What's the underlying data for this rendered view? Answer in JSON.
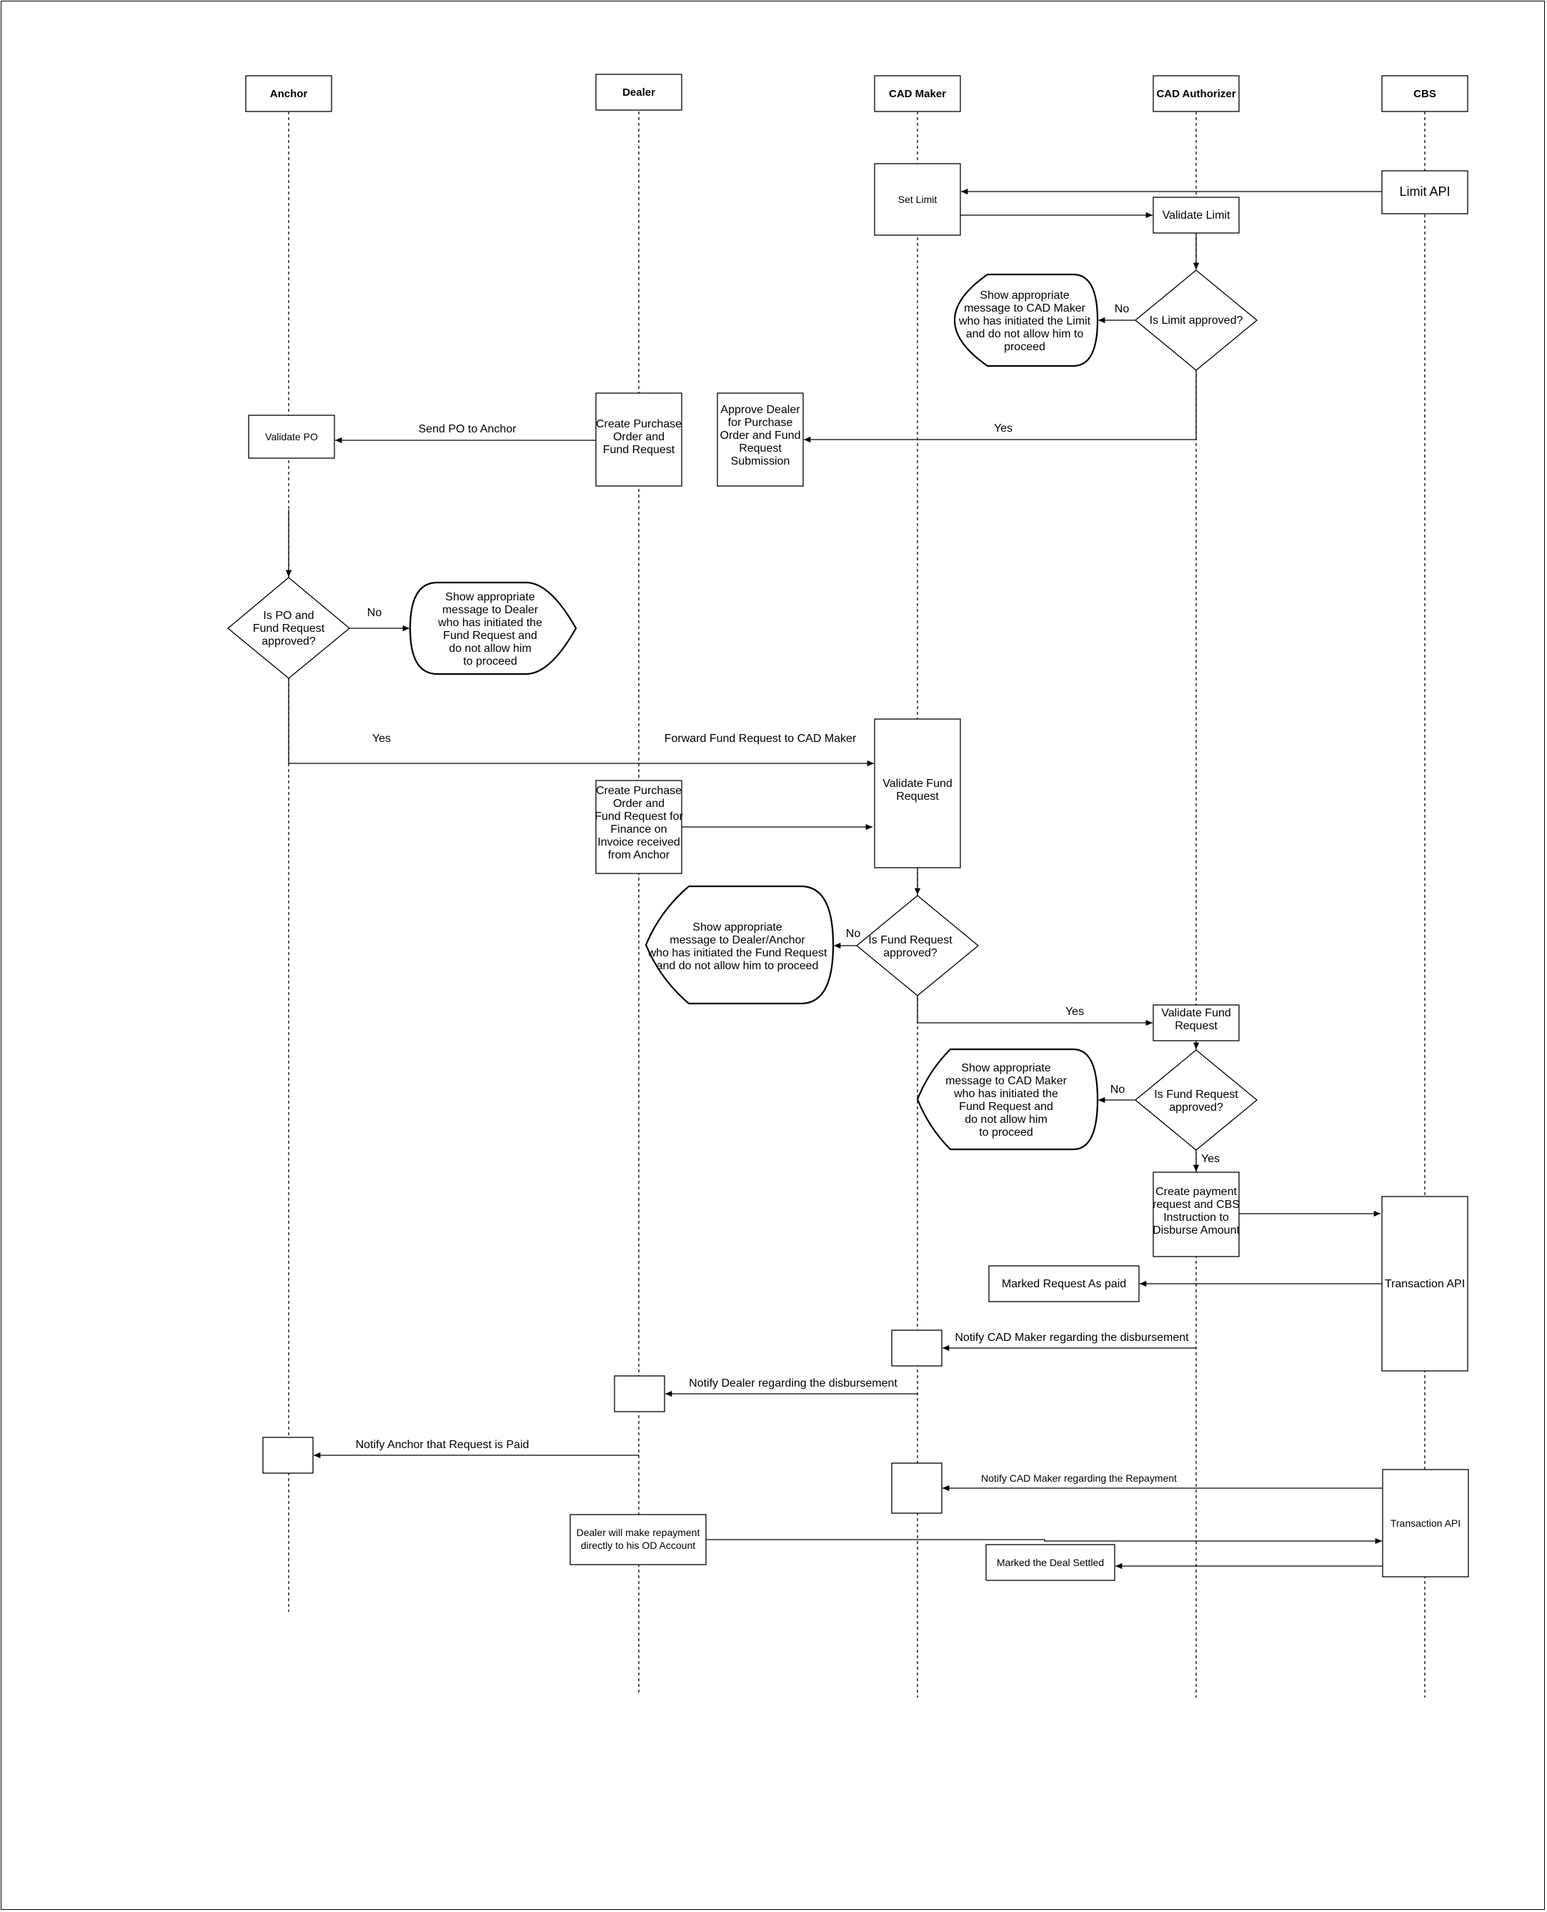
{
  "lanes": [
    {
      "id": "anchor",
      "label": "Anchor"
    },
    {
      "id": "dealer",
      "label": "Dealer"
    },
    {
      "id": "cadmaker",
      "label": "CAD Maker"
    },
    {
      "id": "cadauth",
      "label": "CAD Authorizer"
    },
    {
      "id": "cbs",
      "label": "CBS"
    }
  ],
  "boxes": {
    "set_limit": "Set Limit",
    "limit_api": "Limit API",
    "validate_limit": "Validate Limit",
    "validate_po": "Validate PO",
    "create_po": [
      "Create Purchase",
      "Order and",
      "Fund Request"
    ],
    "approve_dealer": [
      "Approve Dealer",
      "for Purchase",
      "Order and Fund",
      "Request",
      "Submission"
    ],
    "validate_fund_maker": [
      "Validate Fund",
      "Request"
    ],
    "create_po_finance": [
      "Create Purchase",
      "Order and",
      "Fund Request for",
      "Finance on",
      "Invoice received",
      "from Anchor"
    ],
    "validate_fund_auth": [
      "Validate Fund",
      "Request"
    ],
    "create_payment": [
      "Create payment",
      "request and CBS",
      "Instruction to",
      "Disburse Amount"
    ],
    "transaction_api_1": "Transaction API",
    "marked_paid": "Marked Request As paid",
    "dealer_repayment": [
      "Dealer will make repayment",
      "directly to his OD Account"
    ],
    "transaction_api_2": "Transaction API",
    "marked_settled": "Marked the Deal Settled"
  },
  "decisions": {
    "limit_approved": [
      "Is Limit approved?"
    ],
    "po_approved": [
      "Is PO and",
      "Fund Request",
      "approved?"
    ],
    "fund_approved_maker": [
      "Is Fund Request",
      "approved?"
    ],
    "fund_approved_auth": [
      "Is Fund Request",
      "approved?"
    ]
  },
  "messages": {
    "limit_reject": [
      "Show appropriate",
      "message to CAD Maker",
      "who has initiated the Limit",
      "and do not allow him to",
      "proceed"
    ],
    "po_reject": [
      "Show appropriate",
      "message to Dealer",
      "who has initiated the",
      "Fund Request and",
      "do not allow him",
      "to proceed"
    ],
    "fund_reject_maker": [
      "Show appropriate",
      "message to  Dealer/Anchor",
      "who has initiated the Fund Request",
      "and do not allow him to proceed"
    ],
    "fund_reject_auth": [
      "Show appropriate",
      "message to CAD Maker",
      "who has initiated the",
      "Fund Request and",
      "do not allow him",
      "to proceed"
    ]
  },
  "edge_labels": {
    "no": "No",
    "yes": "Yes",
    "send_po": "Send PO to Anchor",
    "forward_fund": "Forward Fund Request to CAD Maker",
    "notify_maker_disb": "Notify CAD Maker regarding the disbursement",
    "notify_dealer_disb": "Notify Dealer regarding the disbursement",
    "notify_anchor_paid": "Notify Anchor that Request is Paid",
    "notify_maker_repay": "Notify CAD Maker regarding the Repayment"
  }
}
